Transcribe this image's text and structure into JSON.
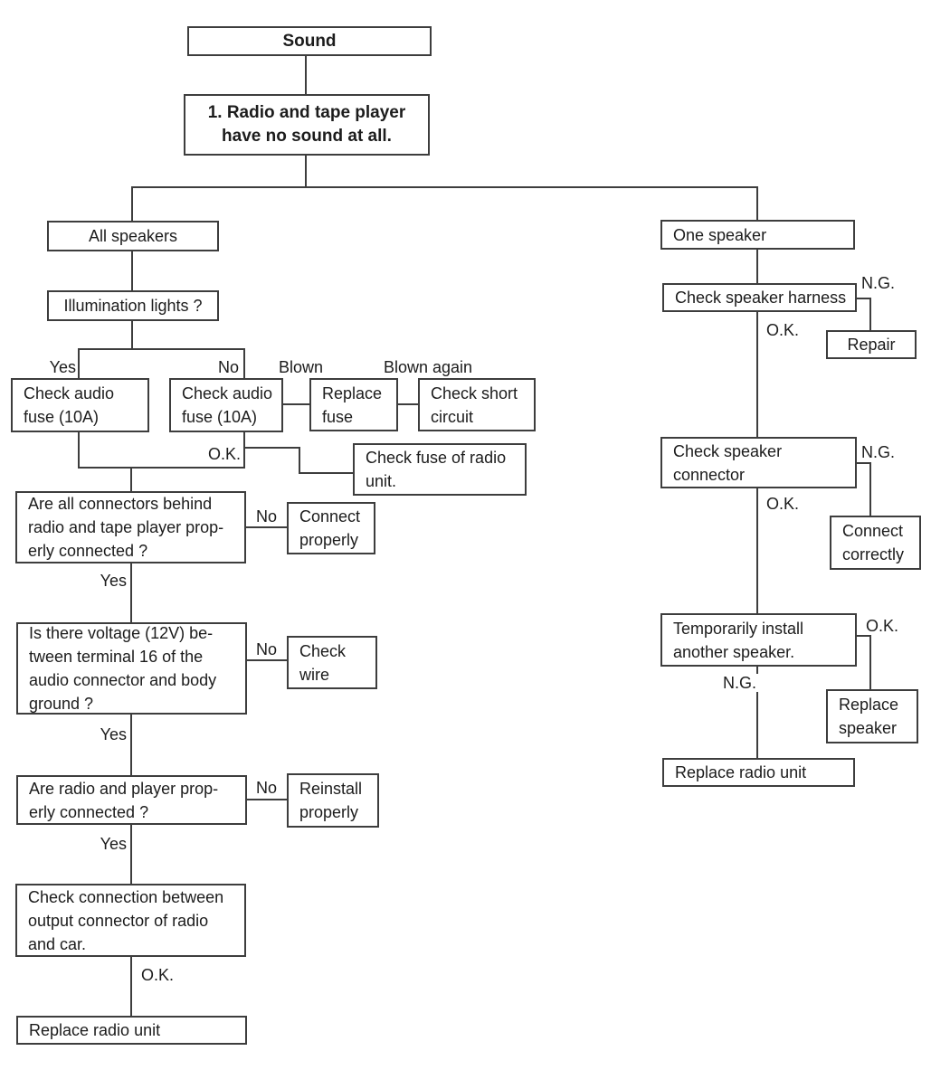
{
  "diagram_title": "Sound",
  "nodes": {
    "sound": "Sound",
    "problem": "1. Radio and tape player\nhave no sound at all.",
    "all_speakers": "All speakers",
    "illumination": "Illumination lights ?",
    "fuse_yes": "Check audio\nfuse (10A)",
    "fuse_no": "Check audio\nfuse (10A)",
    "replace_fuse": "Replace\nfuse",
    "check_short": "Check short\ncircuit",
    "check_fuse_radio": "Check fuse of radio\nunit.",
    "connectors": "Are all connectors behind\nradio and tape player prop-\nerly connected ?",
    "connect_properly": "Connect\nproperly",
    "voltage": "Is there voltage (12V) be-\ntween terminal 16 of the\naudio connector and body\nground ?",
    "check_wire": "Check\nwire",
    "radio_player": "Are radio and player prop-\nerly connected ?",
    "reinstall": "Reinstall\nproperly",
    "check_connection": "Check connection between\noutput connector of radio\nand car.",
    "replace_radio_left": "Replace radio unit",
    "one_speaker": "One speaker",
    "harness": "Check speaker harness",
    "repair": "Repair",
    "speaker_connector": "Check speaker\nconnector",
    "connect_correctly": "Connect\ncorrectly",
    "temp_install": "Temporarily install\nanother speaker.",
    "replace_speaker": "Replace\nspeaker",
    "replace_radio_right": "Replace radio unit"
  },
  "labels": {
    "yes_fuse": "Yes",
    "no_fuse": "No",
    "blown": "Blown",
    "blown_again": "Blown again",
    "ok_fuse": "O.K.",
    "no_connectors": "No",
    "yes_connectors": "Yes",
    "no_voltage": "No",
    "yes_voltage": "Yes",
    "no_radio_player": "No",
    "yes_radio_player": "Yes",
    "ok_connection": "O.K.",
    "ng_harness": "N.G.",
    "ok_harness": "O.K.",
    "ng_connector": "N.G.",
    "ok_connector": "O.K.",
    "ok_temp": "O.K.",
    "ng_temp": "N.G.",
    "ng_bottom": "N.G."
  },
  "colors": {
    "line": "#3d3d3d",
    "text": "#1c1c1c",
    "background": "#ffffff"
  }
}
